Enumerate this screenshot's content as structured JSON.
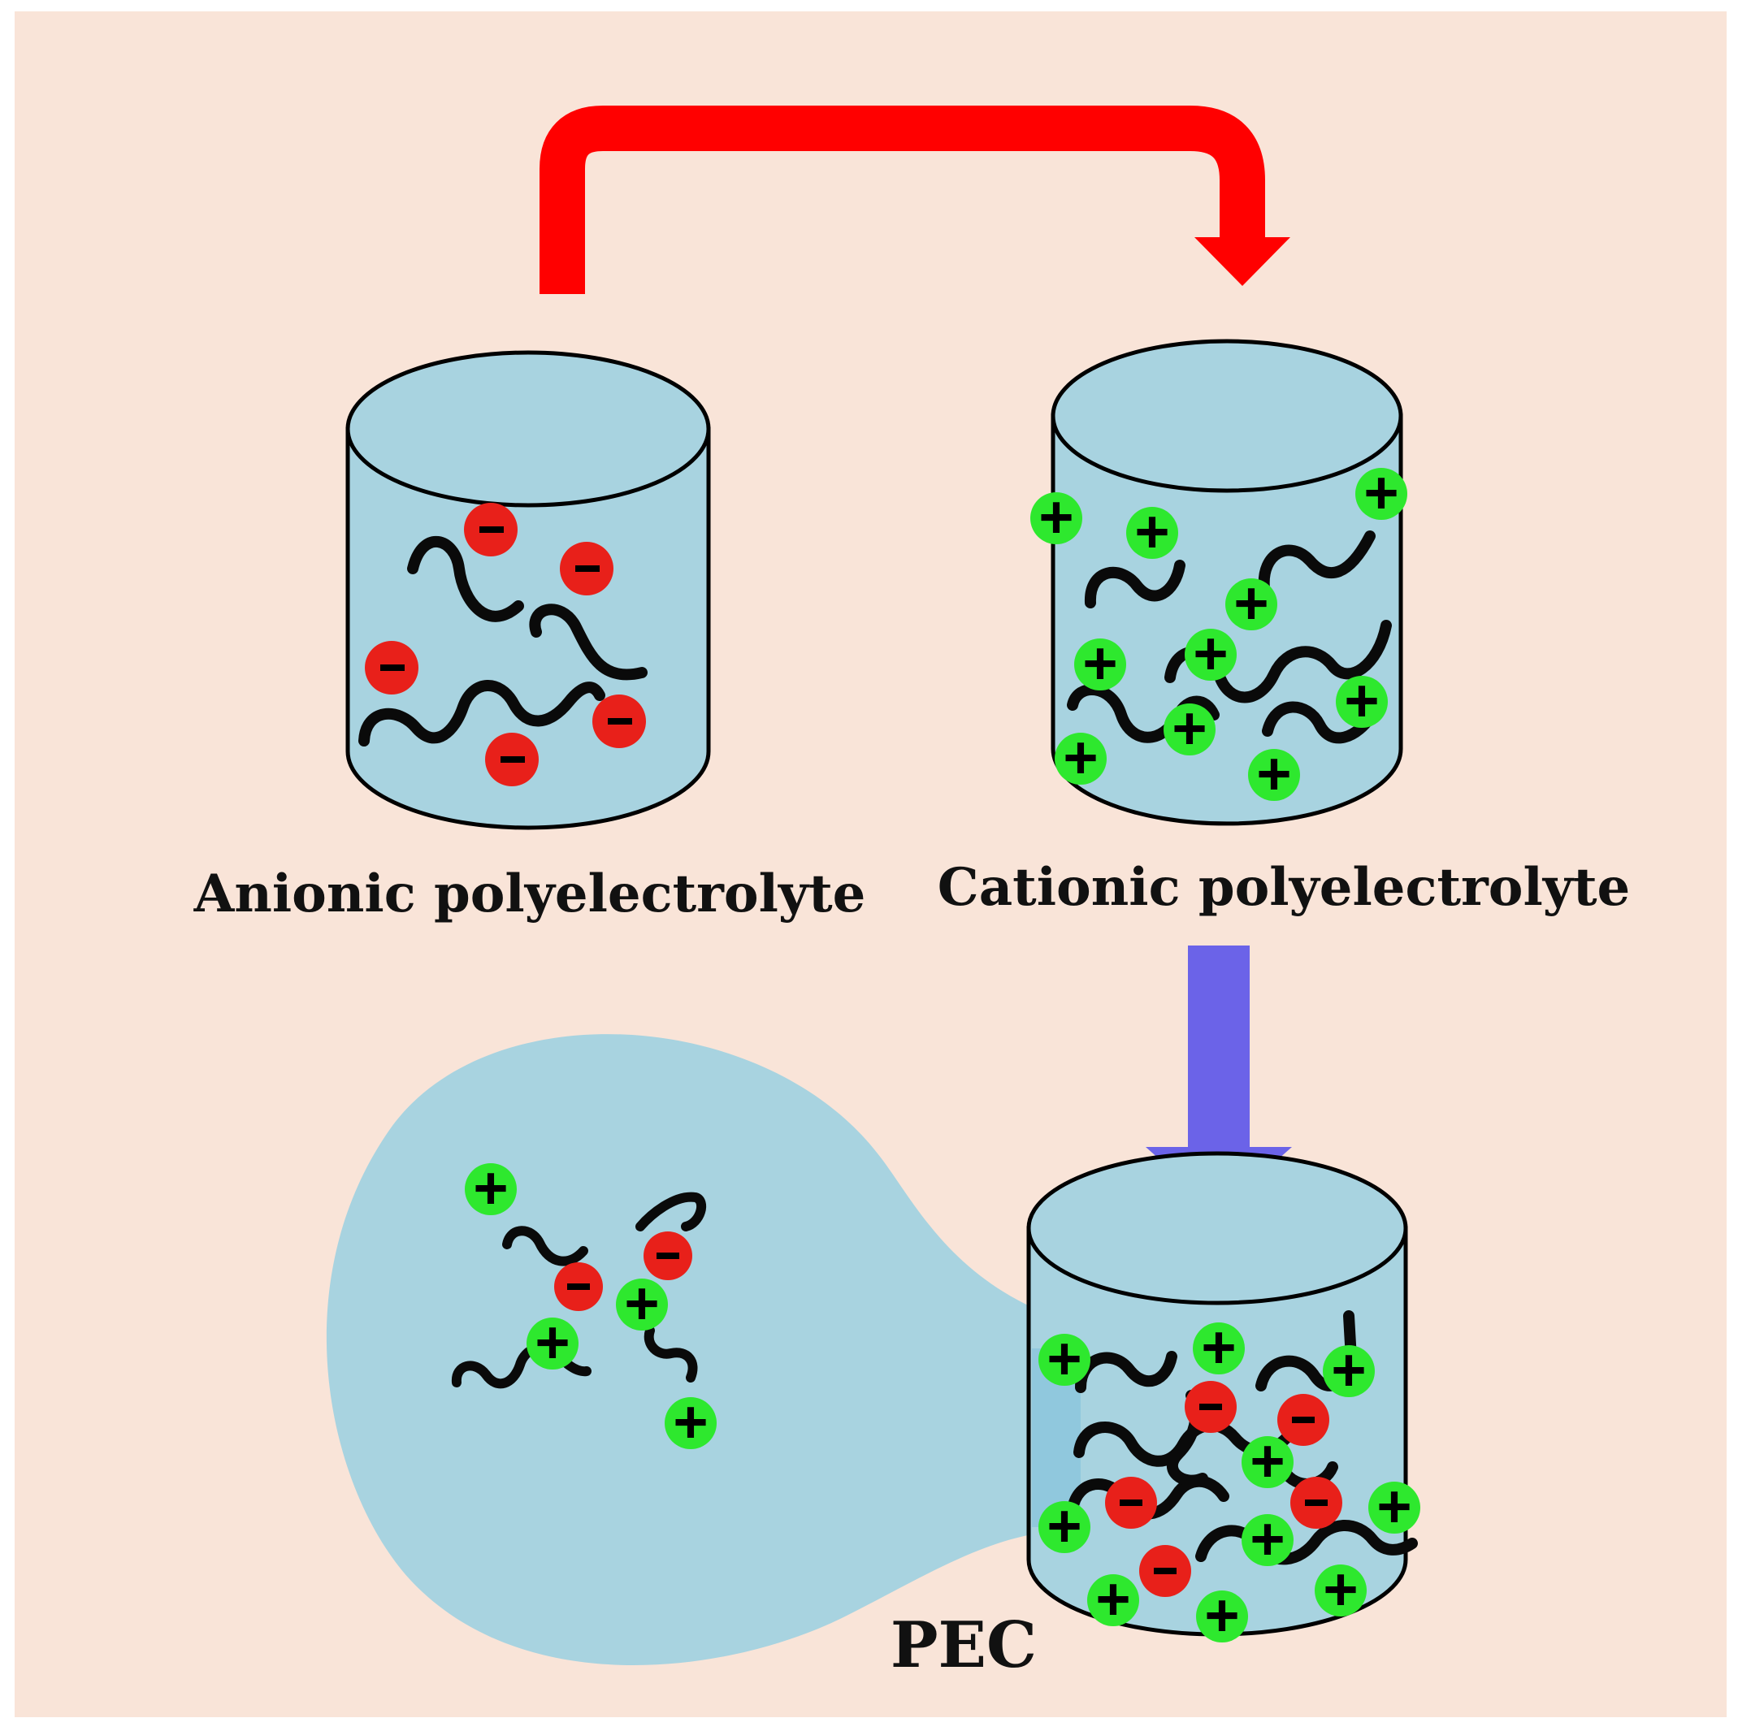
{
  "labels": {
    "anionic": "Anionic  polyelectrolyte",
    "cationic": "Cationic  polyelectrolyte",
    "pec": "PEC"
  },
  "signs": {
    "negative": "−",
    "positive": "+"
  },
  "colors": {
    "background": "#f9e4d8",
    "liquid": "#a8d3e0",
    "liquid_dark": "#86c3dc",
    "outline": "#000000",
    "chain": "#0a0a0a",
    "negative_ion": "#e8201a",
    "positive_ion": "#2ee82e",
    "red_arrow": "#ff0000",
    "blue_arrow": "#6b63e8"
  },
  "icons": {
    "anionic_container": "beaker-cylinder-icon",
    "cationic_container": "beaker-cylinder-icon",
    "pec_container": "beaker-cylinder-icon",
    "transfer_arrow": "curved-arrow-icon",
    "mix_arrow": "down-arrow-icon",
    "zoom_bubble": "magnify-bubble-icon"
  }
}
